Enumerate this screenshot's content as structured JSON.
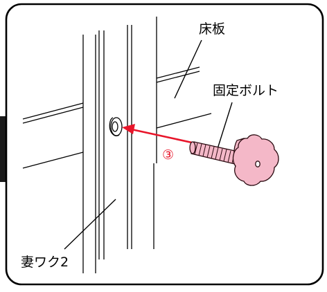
{
  "labels": {
    "floor_board": "床板",
    "fixing_bolt": "固定ボルト",
    "end_frame": "妻ワク2",
    "step_number": "③"
  },
  "colors": {
    "line": "#000000",
    "background": "#ffffff",
    "left_tab": "#1a1a1a",
    "bolt_fill": "#f4b8c8",
    "bolt_stroke": "#2a0a10",
    "arrow": "#e8152a",
    "step_number": "#e8152a"
  },
  "icons": {
    "bolt": "fixing-bolt-illustration",
    "hole": "bolt-hole-icon",
    "arrow": "insert-arrow-icon"
  }
}
